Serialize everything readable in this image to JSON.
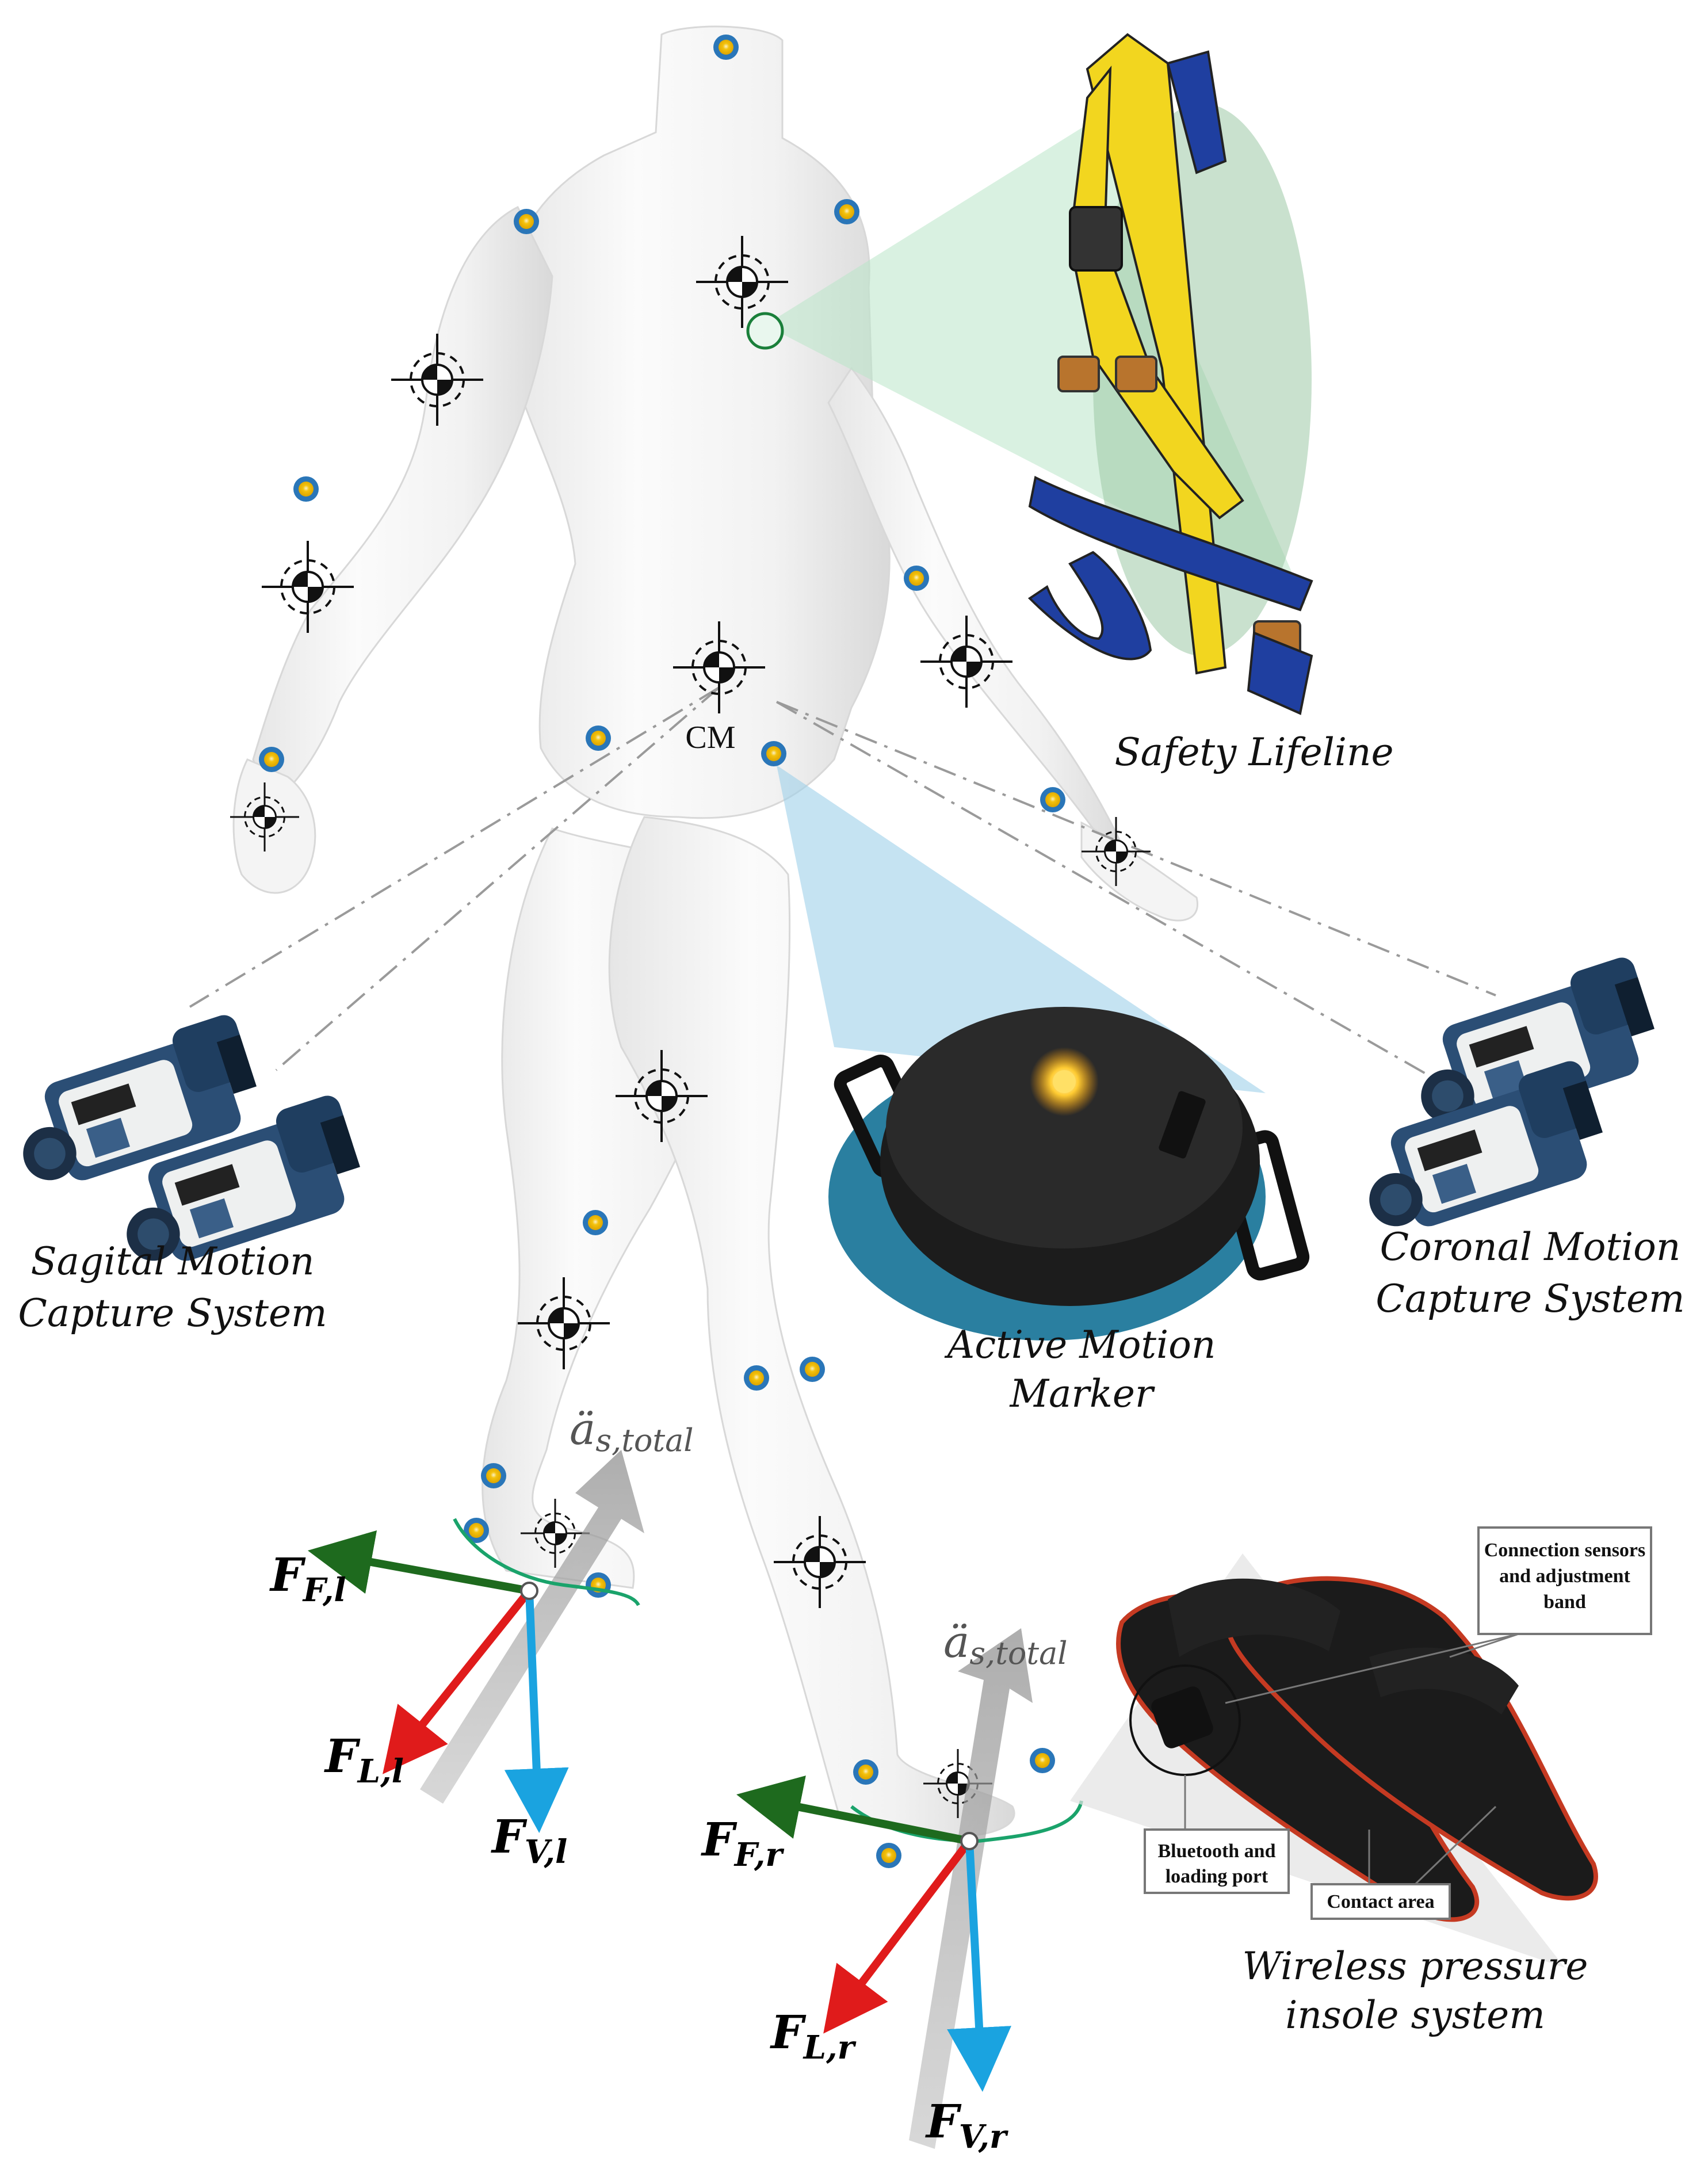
{
  "labels": {
    "safety_lifeline": "Safety Lifeline",
    "cm": "CM",
    "sagittal_line1": "Sagital Motion",
    "sagittal_line2": "Capture System",
    "coronal_line1": "Coronal Motion",
    "coronal_line2": "Capture System",
    "active_marker_line1": "Active Motion",
    "active_marker_line2": "Marker",
    "insole_line1": "Wireless pressure",
    "insole_line2": "insole system"
  },
  "forces": {
    "left": {
      "ff_main": "F",
      "ff_sub": "F,l",
      "fl_main": "F",
      "fl_sub": "L,l",
      "fv_main": "F",
      "fv_sub": "V,l"
    },
    "right": {
      "ff_main": "F",
      "ff_sub": "F,r",
      "fl_main": "F",
      "fl_sub": "L,r",
      "fv_main": "F",
      "fv_sub": "V,r"
    }
  },
  "acceleration": {
    "main": "ä",
    "sub": "s,total"
  },
  "insole_callouts": {
    "connection_line1": "Connection sensors",
    "connection_line2": "and adjustment",
    "connection_line3": "band",
    "bluetooth_line1": "Bluetooth and",
    "bluetooth_line2": "loading port",
    "contact": "Contact area"
  },
  "colors": {
    "fore_aft_force": "#1e6a1e",
    "lateral_force": "#e01b1b",
    "vertical_force": "#1aa3e0",
    "marker_dot": "#f4c20d",
    "marker_ring": "#2a76b8",
    "harness_yellow": "#f2d61f",
    "harness_blue": "#1f3fa0",
    "lifeline_cone": "#b9e6c9",
    "marker_cone": "#9fd0ea"
  }
}
